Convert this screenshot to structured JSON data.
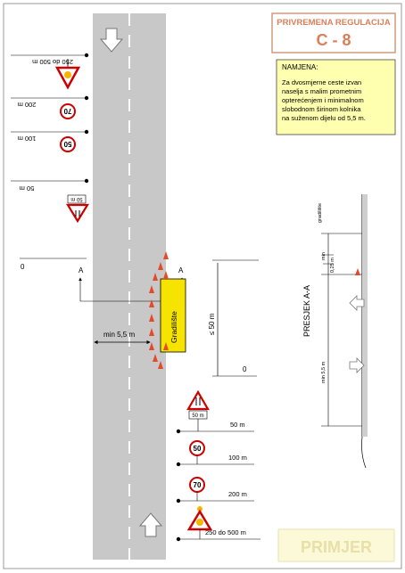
{
  "title_box": {
    "subtitle": "PRIVREMENA REGULACIJA",
    "code": "C - 8"
  },
  "purpose_box": {
    "heading": "NAMJENA:",
    "lines": [
      "Za dvosmjerne ceste izvan",
      "naselja s  malim prometnim",
      "opterećenjem i minimalnom",
      "slobodnom širinom kolnika",
      "na suženom dijelu od 5,5 m."
    ]
  },
  "left_side_labels": {
    "d250_500": "250 do 500 m",
    "d200": "200 m",
    "d100": "100 m",
    "d50": "50 m",
    "zero": "0"
  },
  "right_side_labels": {
    "d50": "50 m",
    "d100": "100 m",
    "d200": "200 m",
    "d250_500": "250 do 500 m",
    "zero": "0"
  },
  "signs": {
    "speed_70": "70",
    "speed_50": "50",
    "plate_50m": "50 m"
  },
  "worksite": {
    "label": "Gradilište",
    "length": "≤ 50 m",
    "min_width": "min 5,5 m",
    "section_mark": "A"
  },
  "cross_section": {
    "title": "PRESJEK A-A",
    "label_gradiliste": "gradilište",
    "label_min": "min",
    "label_025": "0,25 m",
    "label_min55": "min 5,5 m"
  },
  "stamp": "PRIMJER"
}
